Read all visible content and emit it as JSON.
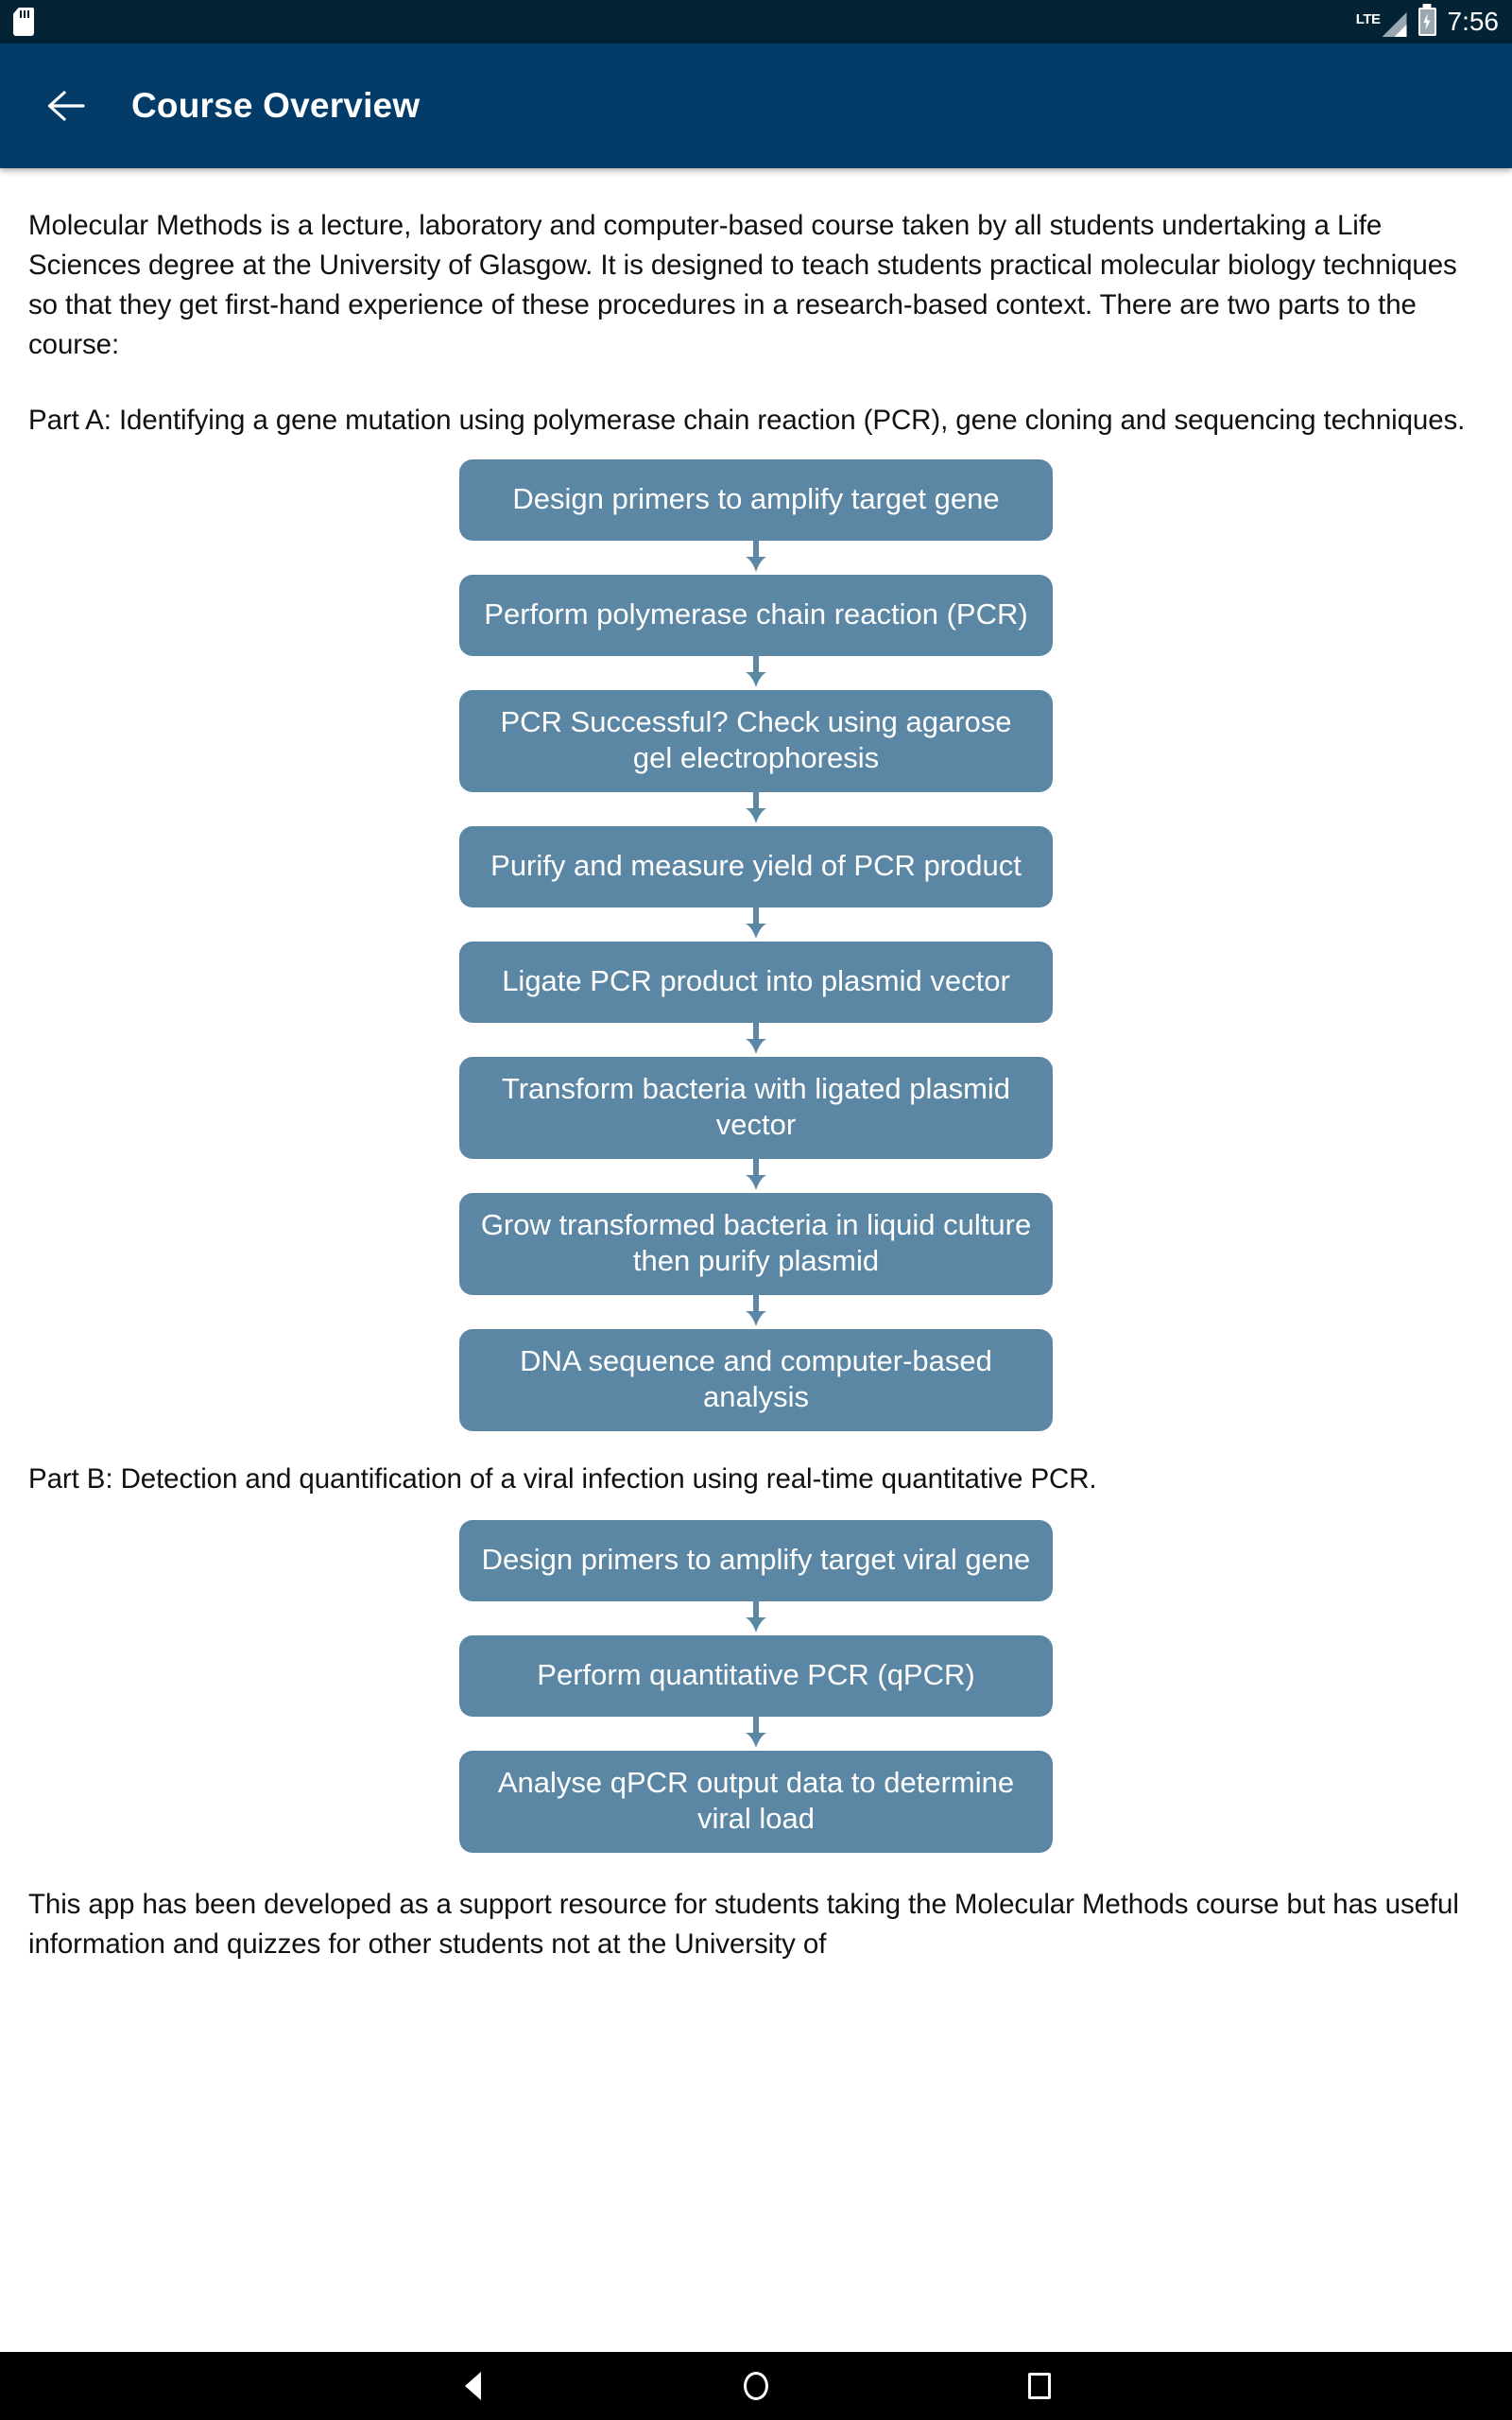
{
  "status_bar": {
    "sd_icon": "sd-card-icon",
    "network_label": "LTE",
    "signal_icon": "signal-bars-icon",
    "battery_icon": "battery-charging-icon",
    "time": "7:56",
    "background_color": "#042436"
  },
  "app_bar": {
    "back_icon": "back-arrow-icon",
    "title": "Course Overview",
    "background_color": "#033b69"
  },
  "content": {
    "intro_paragraph": "Molecular Methods is a lecture, laboratory and computer-based course taken by all students undertaking a Life Sciences degree at the University of Glasgow. It is designed to teach students practical molecular biology techniques so that they get first-hand experience of these procedures in a research-based context. There are two parts to the course:",
    "part_a_heading": "Part A: Identifying a gene mutation using polymerase chain reaction (PCR), gene cloning and sequencing techniques.",
    "part_b_heading": "Part B: Detection and quantification of a viral infection using real-time quantitative PCR.",
    "footer_paragraph": "This app has been developed as a support resource for students taking the Molecular Methods course but has useful information and quizzes for other students not at the University of"
  },
  "flowchart_a": {
    "box_color": "#5b87a5",
    "text_color": "#ffffff",
    "steps": [
      "Design primers to amplify target gene",
      "Perform polymerase chain reaction (PCR)",
      "PCR Successful? Check using agarose gel electrophoresis",
      "Purify and measure yield of PCR product",
      "Ligate PCR product into plasmid vector",
      "Transform bacteria with ligated plasmid vector",
      "Grow transformed bacteria in liquid culture then purify plasmid",
      "DNA sequence and computer-based analysis"
    ]
  },
  "flowchart_b": {
    "box_color": "#5b87a5",
    "text_color": "#ffffff",
    "steps": [
      "Design primers to amplify target viral gene",
      "Perform quantitative PCR (qPCR)",
      "Analyse qPCR output data to determine viral load"
    ]
  },
  "nav_bar": {
    "back_icon": "triangle-back-icon",
    "home_icon": "circle-home-icon",
    "recents_icon": "square-recents-icon",
    "background_color": "#000000"
  }
}
